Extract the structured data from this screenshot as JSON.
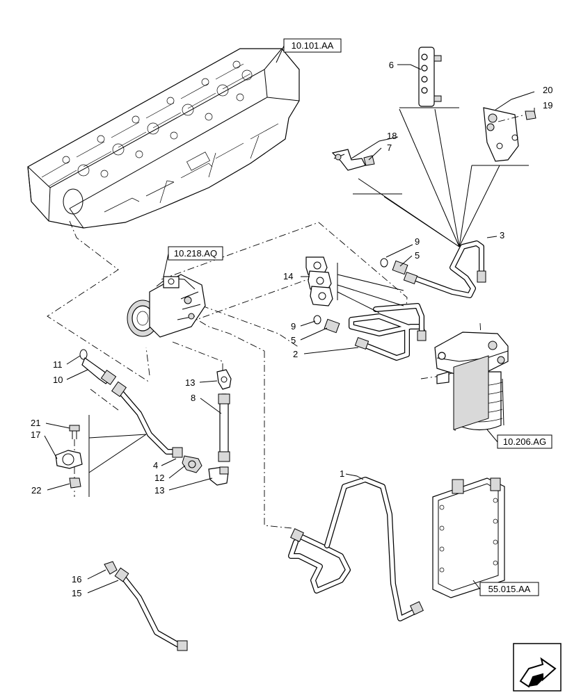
{
  "refs": {
    "cylinder_head": "10.101.AA",
    "injection_pump": "10.218.AQ",
    "fuel_filter": "10.206.AG",
    "ecu": "55.015.AA"
  },
  "callouts": {
    "c1": "1",
    "c2": "2",
    "c3": "3",
    "c4": "4",
    "c5a": "5",
    "c5b": "5",
    "c6": "6",
    "c7": "7",
    "c8": "8",
    "c9a": "9",
    "c9b": "9",
    "c10": "10",
    "c11": "11",
    "c12": "12",
    "c13a": "13",
    "c13b": "13",
    "c14": "14",
    "c15": "15",
    "c16": "16",
    "c17": "17",
    "c18": "18",
    "c19": "19",
    "c20": "20",
    "c21": "21",
    "c22": "22"
  },
  "icons": {
    "nav": "next-page-arrow-icon"
  }
}
